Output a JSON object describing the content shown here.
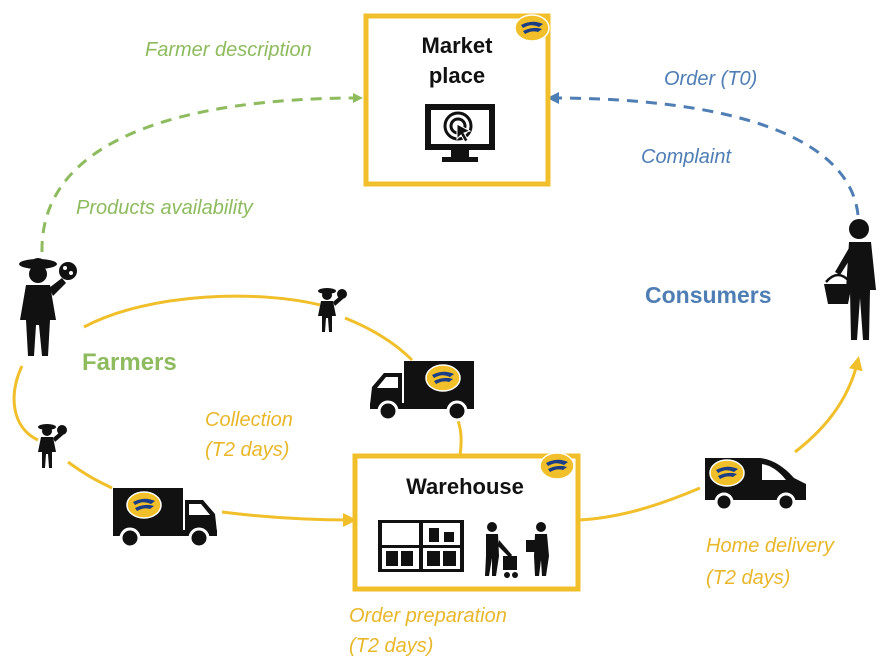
{
  "colors": {
    "gold": "#f0bf2a",
    "green": "#8dbb5e",
    "blue": "#4f7eb5",
    "black": "#111111"
  },
  "nodes": {
    "marketplace": {
      "title_line1": "Market",
      "title_line2": "place",
      "icon": "monitor-click-icon",
      "badge": "brand-logo-icon"
    },
    "warehouse": {
      "title": "Warehouse",
      "icon": "warehouse-shelves-and-workers-icon",
      "badge": "brand-logo-icon"
    },
    "farmers": {
      "label": "Farmers",
      "icon": "farmer-icon"
    },
    "consumers": {
      "label": "Consumers",
      "icon": "consumer-with-basket-icon"
    }
  },
  "flows": {
    "farmer_description": "Farmer description",
    "products_availability": "Products availability",
    "order": "Order (T0)",
    "complaint": "Complaint",
    "collection_line1": "Collection",
    "collection_line2": "(T2 days)",
    "order_preparation_line1": "Order preparation",
    "order_preparation_line2": "(T2 days)",
    "home_delivery_line1": "Home delivery",
    "home_delivery_line2": "(T2 days)"
  },
  "vehicles": [
    "truck-icon",
    "truck-icon",
    "delivery-van-icon"
  ]
}
